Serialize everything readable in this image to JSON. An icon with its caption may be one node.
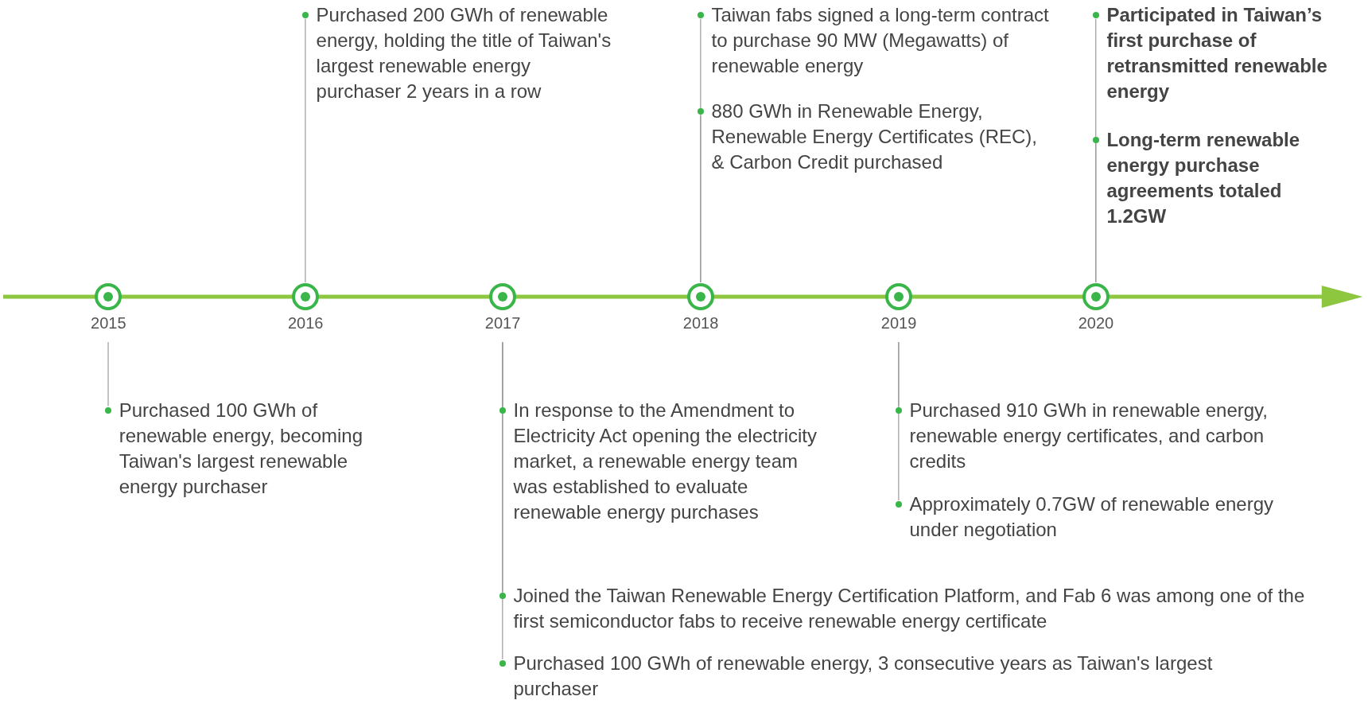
{
  "diagram": {
    "nodes": [
      {
        "text": [
          "2015"
        ]
      },
      {
        "text": [
          "2016"
        ]
      },
      {
        "text": [
          "2017"
        ]
      },
      {
        "text": [
          "2018"
        ]
      },
      {
        "text": [
          "2019"
        ]
      },
      {
        "text": [
          "2020"
        ]
      },
      {
        "text": [
          "Purchased 100 GWh of renewable energy, becoming Taiwan's largest renewable energy purchaser"
        ]
      },
      {
        "text": [
          "Purchased 200 GWh of renewable energy, holding the title of Taiwan's largest renewable energy purchaser 2 years in a row"
        ]
      },
      {
        "text": [
          "In response to the Amendment to Electricity Act opening the electricity market, a renewable energy team was established to evaluate renewable energy purchases"
        ]
      },
      {
        "text": [
          "Joined the Taiwan Renewable Energy Certification Platform, and Fab 6 was among one of the first semiconductor fabs to receive renewable energy certificate"
        ]
      },
      {
        "text": [
          "Purchased 100 GWh of renewable energy, 3 consecutive years as Taiwan's largest purchaser"
        ]
      },
      {
        "text": [
          "Taiwan fabs signed a long-term contract to purchase 90 MW (Megawatts) of renewable energy"
        ]
      },
      {
        "text": [
          "880 GWh in Renewable Energy, Renewable Energy Certificates (REC), & Carbon Credit purchased"
        ]
      },
      {
        "text": [
          "Purchased 910 GWh in renewable energy, renewable energy certificates, and carbon credits"
        ]
      },
      {
        "text": [
          "Approximately 0.7GW of renewable energy under negotiation"
        ]
      },
      {
        "text": [
          "Participated in Taiwan’s first purchase of retransmitted renewable energy"
        ]
      },
      {
        "text": [
          "Long-term renewable energy purchase agreements totaled 1.2GW"
        ]
      }
    ],
    "edges": [
      {
        "from": 0,
        "to": 6,
        "arrow": "none"
      },
      {
        "from": 1,
        "to": 7,
        "arrow": "none"
      },
      {
        "from": 2,
        "to": 8,
        "arrow": "none"
      },
      {
        "from": 2,
        "to": 9,
        "arrow": "none"
      },
      {
        "from": 2,
        "to": 10,
        "arrow": "none"
      },
      {
        "from": 3,
        "to": 11,
        "arrow": "none"
      },
      {
        "from": 3,
        "to": 12,
        "arrow": "none"
      },
      {
        "from": 4,
        "to": 13,
        "arrow": "none"
      },
      {
        "from": 4,
        "to": 14,
        "arrow": "none"
      },
      {
        "from": 5,
        "to": 15,
        "arrow": "none"
      },
      {
        "from": 5,
        "to": 16,
        "arrow": "none"
      }
    ]
  }
}
